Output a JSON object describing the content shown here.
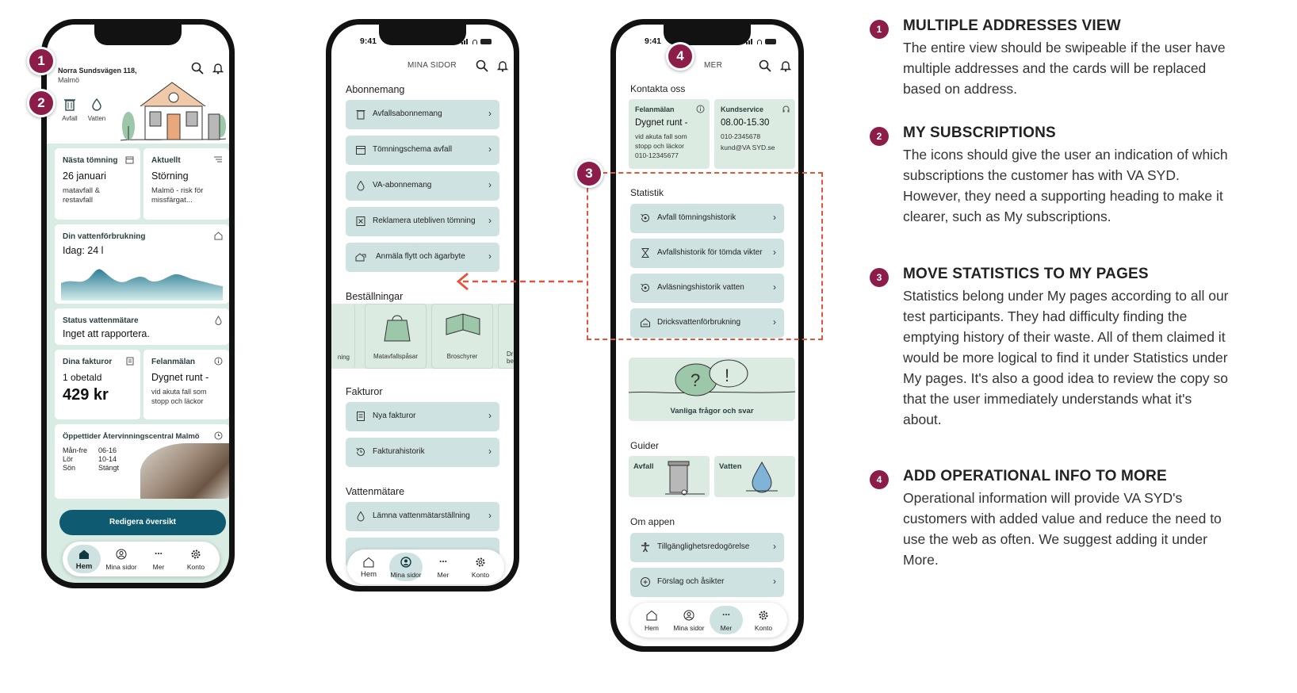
{
  "status": {
    "time": "9:41"
  },
  "screen1": {
    "address_line1": "Norra Sundsvägen 118,",
    "address_line2": "Malmö",
    "subs": [
      {
        "label": "Avfall"
      },
      {
        "label": "Vatten"
      }
    ],
    "next_emptying": {
      "title": "Nästa tömning",
      "value": "26 januari",
      "sub": "matavfall & restavfall"
    },
    "current": {
      "title": "Aktuellt",
      "value": "Störning",
      "sub": "Malmö - risk för missfärgat..."
    },
    "water": {
      "title": "Din vattenförbrukning",
      "value": "Idag: 24 l"
    },
    "meter_status": {
      "title": "Status vattenmätare",
      "value": "Inget att rapportera."
    },
    "invoices": {
      "title": "Dina fakturor",
      "value": "1 obetald",
      "amount": "429 kr"
    },
    "fault": {
      "title": "Felanmälan",
      "value": "Dygnet runt -",
      "sub": "vid akuta fall som stopp och läckor"
    },
    "opening": {
      "title": "Öppettider Återvinningscentral Malmö",
      "rows": [
        {
          "day": "Mån-fre",
          "time": "06-16"
        },
        {
          "day": "Lör",
          "time": "10-14"
        },
        {
          "day": "Sön",
          "time": "Stängt"
        }
      ]
    },
    "edit_button": "Redigera översikt"
  },
  "tabs": {
    "home": "Hem",
    "my_pages": "Mina sidor",
    "more": "Mer",
    "account": "Konto",
    "more_dots": "..."
  },
  "screen2": {
    "header": "MINA SIDOR",
    "subscriptions_title": "Abonnemang",
    "subscriptions": [
      {
        "label": "Avfallsabonnemang"
      },
      {
        "label": "Tömningschema avfall"
      },
      {
        "label": "VA-abonnemang"
      },
      {
        "label": "Reklamera utebliven tömning"
      },
      {
        "label": "Anmäla flytt och ägarbyte"
      }
    ],
    "orders_title": "Beställningar",
    "orders": [
      {
        "label": "ning"
      },
      {
        "label": "Matavfallspåsar"
      },
      {
        "label": "Broschyrer"
      },
      {
        "label": "Dri bes"
      }
    ],
    "invoices_title": "Fakturor",
    "invoices": [
      {
        "label": "Nya fakturor"
      },
      {
        "label": "Fakturahistorik"
      }
    ],
    "meter_title": "Vattenmätare",
    "meter": [
      {
        "label": "Lämna vattenmätarställning"
      }
    ]
  },
  "screen3": {
    "header": "MER",
    "contact_title": "Kontakta oss",
    "fault": {
      "title": "Felanmälan",
      "value": "Dygnet runt -",
      "sub1": "vid akuta fall som",
      "sub2": "stopp och läckor",
      "phone": "010-12345677"
    },
    "service": {
      "title": "Kundservice",
      "value": "08.00-15.30",
      "phone": "010-2345678",
      "email": "kund@VA SYD.se"
    },
    "statistics_title": "Statistik",
    "statistics": [
      {
        "label": "Avfall tömningshistorik"
      },
      {
        "label": "Avfallshistorik för tömda vikter"
      },
      {
        "label": "Avläsningshistorik vatten"
      },
      {
        "label": "Dricksvattenförbrukning"
      }
    ],
    "faq": "Vanliga frågor och svar",
    "guides_title": "Guider",
    "guides": [
      {
        "label": "Avfall"
      },
      {
        "label": "Vatten"
      }
    ],
    "about_title": "Om appen",
    "about": [
      {
        "label": "Tillgänglighetsredogörelse"
      },
      {
        "label": "Förslag och åsikter"
      }
    ]
  },
  "badges": [
    "1",
    "2",
    "3",
    "4"
  ],
  "notes": [
    {
      "num": "1",
      "title": "MULTIPLE ADDRESSES VIEW",
      "text": "The entire view should be swipeable if the user have multiple addresses and the cards will be replaced based on address."
    },
    {
      "num": "2",
      "title": "MY SUBSCRIPTIONS",
      "text": "The icons should give the user an indication of which subscriptions the customer has with VA SYD. However, they need a supporting heading to make it clearer, such as My subscriptions."
    },
    {
      "num": "3",
      "title": "MOVE STATISTICS TO MY PAGES",
      "text": "Statistics belong under My pages according to all our test participants. They had difficulty finding the emptying history of their waste. All of them claimed it would be more logical to find it under Statistics under My pages. It's also a good idea to review the copy so that the user immediately understands what it's about."
    },
    {
      "num": "4",
      "title": "ADD OPERATIONAL INFO TO MORE",
      "text": "Operational information will provide VA SYD's customers with added value and reduce the need to use the web as often. We suggest adding it under More."
    }
  ],
  "colors": {
    "accent": "#0e5a70",
    "badge": "#8c1d4a",
    "row": "#cfe2e2",
    "mint": "#dcebe2",
    "dash": "#e2553a"
  }
}
